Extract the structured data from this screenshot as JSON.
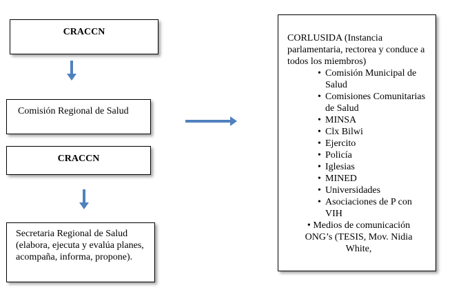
{
  "left_boxes": {
    "box1": "CRACCN",
    "box2": "Comisión Regional de Salud",
    "box3": "CRACCN",
    "box4": "Secretaria Regional de Salud (elabora, ejecuta y evalúa planes, acompaña, informa, propone)."
  },
  "right_box": {
    "heading": "CORLUSIDA (Instancia parlamentaria, rectorea y conduce a todos los miembros)",
    "items": [
      "Comisión Municipal de Salud",
      "Comisiones Comunitarias de Salud",
      "MINSA",
      "Clx Bilwi",
      "Ejercito",
      "Policía",
      "Iglesias",
      "MINED",
      "Universidades",
      "Asociaciones de P con VIH"
    ],
    "last_item": "Medios de comunicación",
    "footer_line1": "ONG’s (TESIS, Mov. Nidia",
    "footer_line2": "White,"
  },
  "colors": {
    "arrow": "#4f81bd"
  }
}
